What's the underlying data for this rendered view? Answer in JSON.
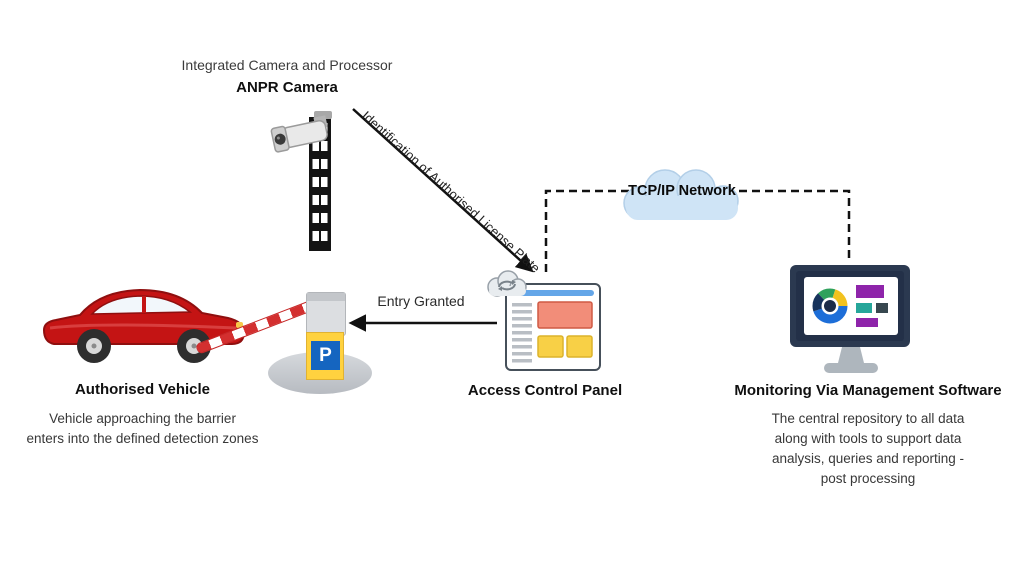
{
  "camera": {
    "subtitle": "Integrated Camera and Processor",
    "title": "ANPR Camera"
  },
  "flow": {
    "identification_label": "Identification of Authorised License Plate",
    "entry_granted_label": "Entry Granted"
  },
  "network": {
    "label": "TCP/IP Network"
  },
  "access_panel": {
    "title": "Access Control Panel"
  },
  "vehicle": {
    "title": "Authorised Vehicle",
    "description_lines": [
      "Vehicle approaching the barrier",
      "enters into the defined detection zones"
    ]
  },
  "barrier": {
    "sign_letter": "P"
  },
  "monitoring": {
    "title": "Monitoring Via Management Software",
    "description_lines": [
      "The central repository to all data",
      "along with tools to support data",
      "analysis, queries and reporting -",
      "post processing"
    ]
  },
  "colors": {
    "car_red": "#c41414",
    "cloud_blue": "#cfe4f6",
    "barrier_stripe_red": "#d32f2f",
    "sign_yellow": "#ffd23f",
    "sign_blue": "#1565c0",
    "panel_salmon": "#f28d79",
    "panel_yellow": "#f8d046",
    "monitor_navy": "#2b3950"
  }
}
